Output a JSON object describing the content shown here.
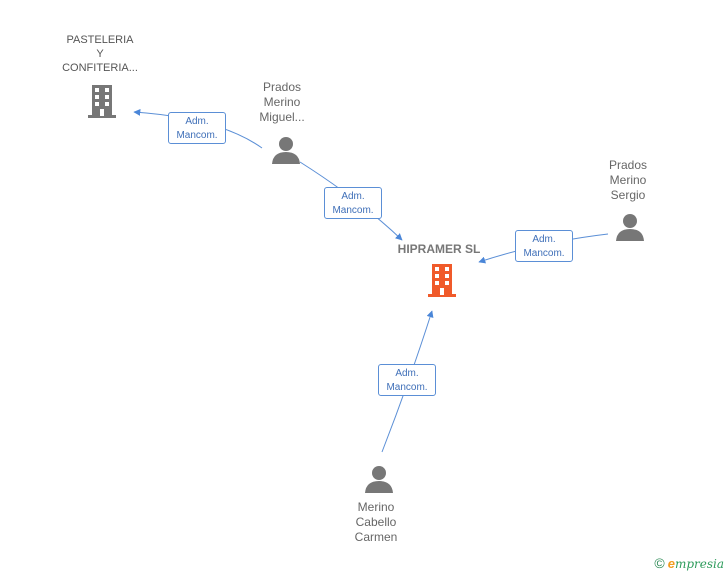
{
  "nodes": {
    "pasteleria": {
      "line1": "PASTELERIA",
      "line2": "Y",
      "line3": "CONFITERIA..."
    },
    "prados_miguel": {
      "line1": "Prados",
      "line2": "Merino",
      "line3": "Miguel..."
    },
    "prados_sergio": {
      "line1": "Prados",
      "line2": "Merino",
      "line3": "Sergio"
    },
    "hipramer": {
      "name": "HIPRAMER SL"
    },
    "merino_carmen": {
      "line1": "Merino",
      "line2": "Cabello",
      "line3": "Carmen"
    }
  },
  "edges": [
    {
      "line1": "Adm.",
      "line2": "Mancom."
    },
    {
      "line1": "Adm.",
      "line2": "Mancom."
    },
    {
      "line1": "Adm.",
      "line2": "Mancom."
    },
    {
      "line1": "Adm.",
      "line2": "Mancom."
    }
  ],
  "colors": {
    "edge": "#5b8fd6",
    "main_company": "#f05a2a",
    "node_icon": "#777777"
  },
  "footer": {
    "copyright": "©",
    "brand_e": "e",
    "brand_rest": "mpresia"
  }
}
